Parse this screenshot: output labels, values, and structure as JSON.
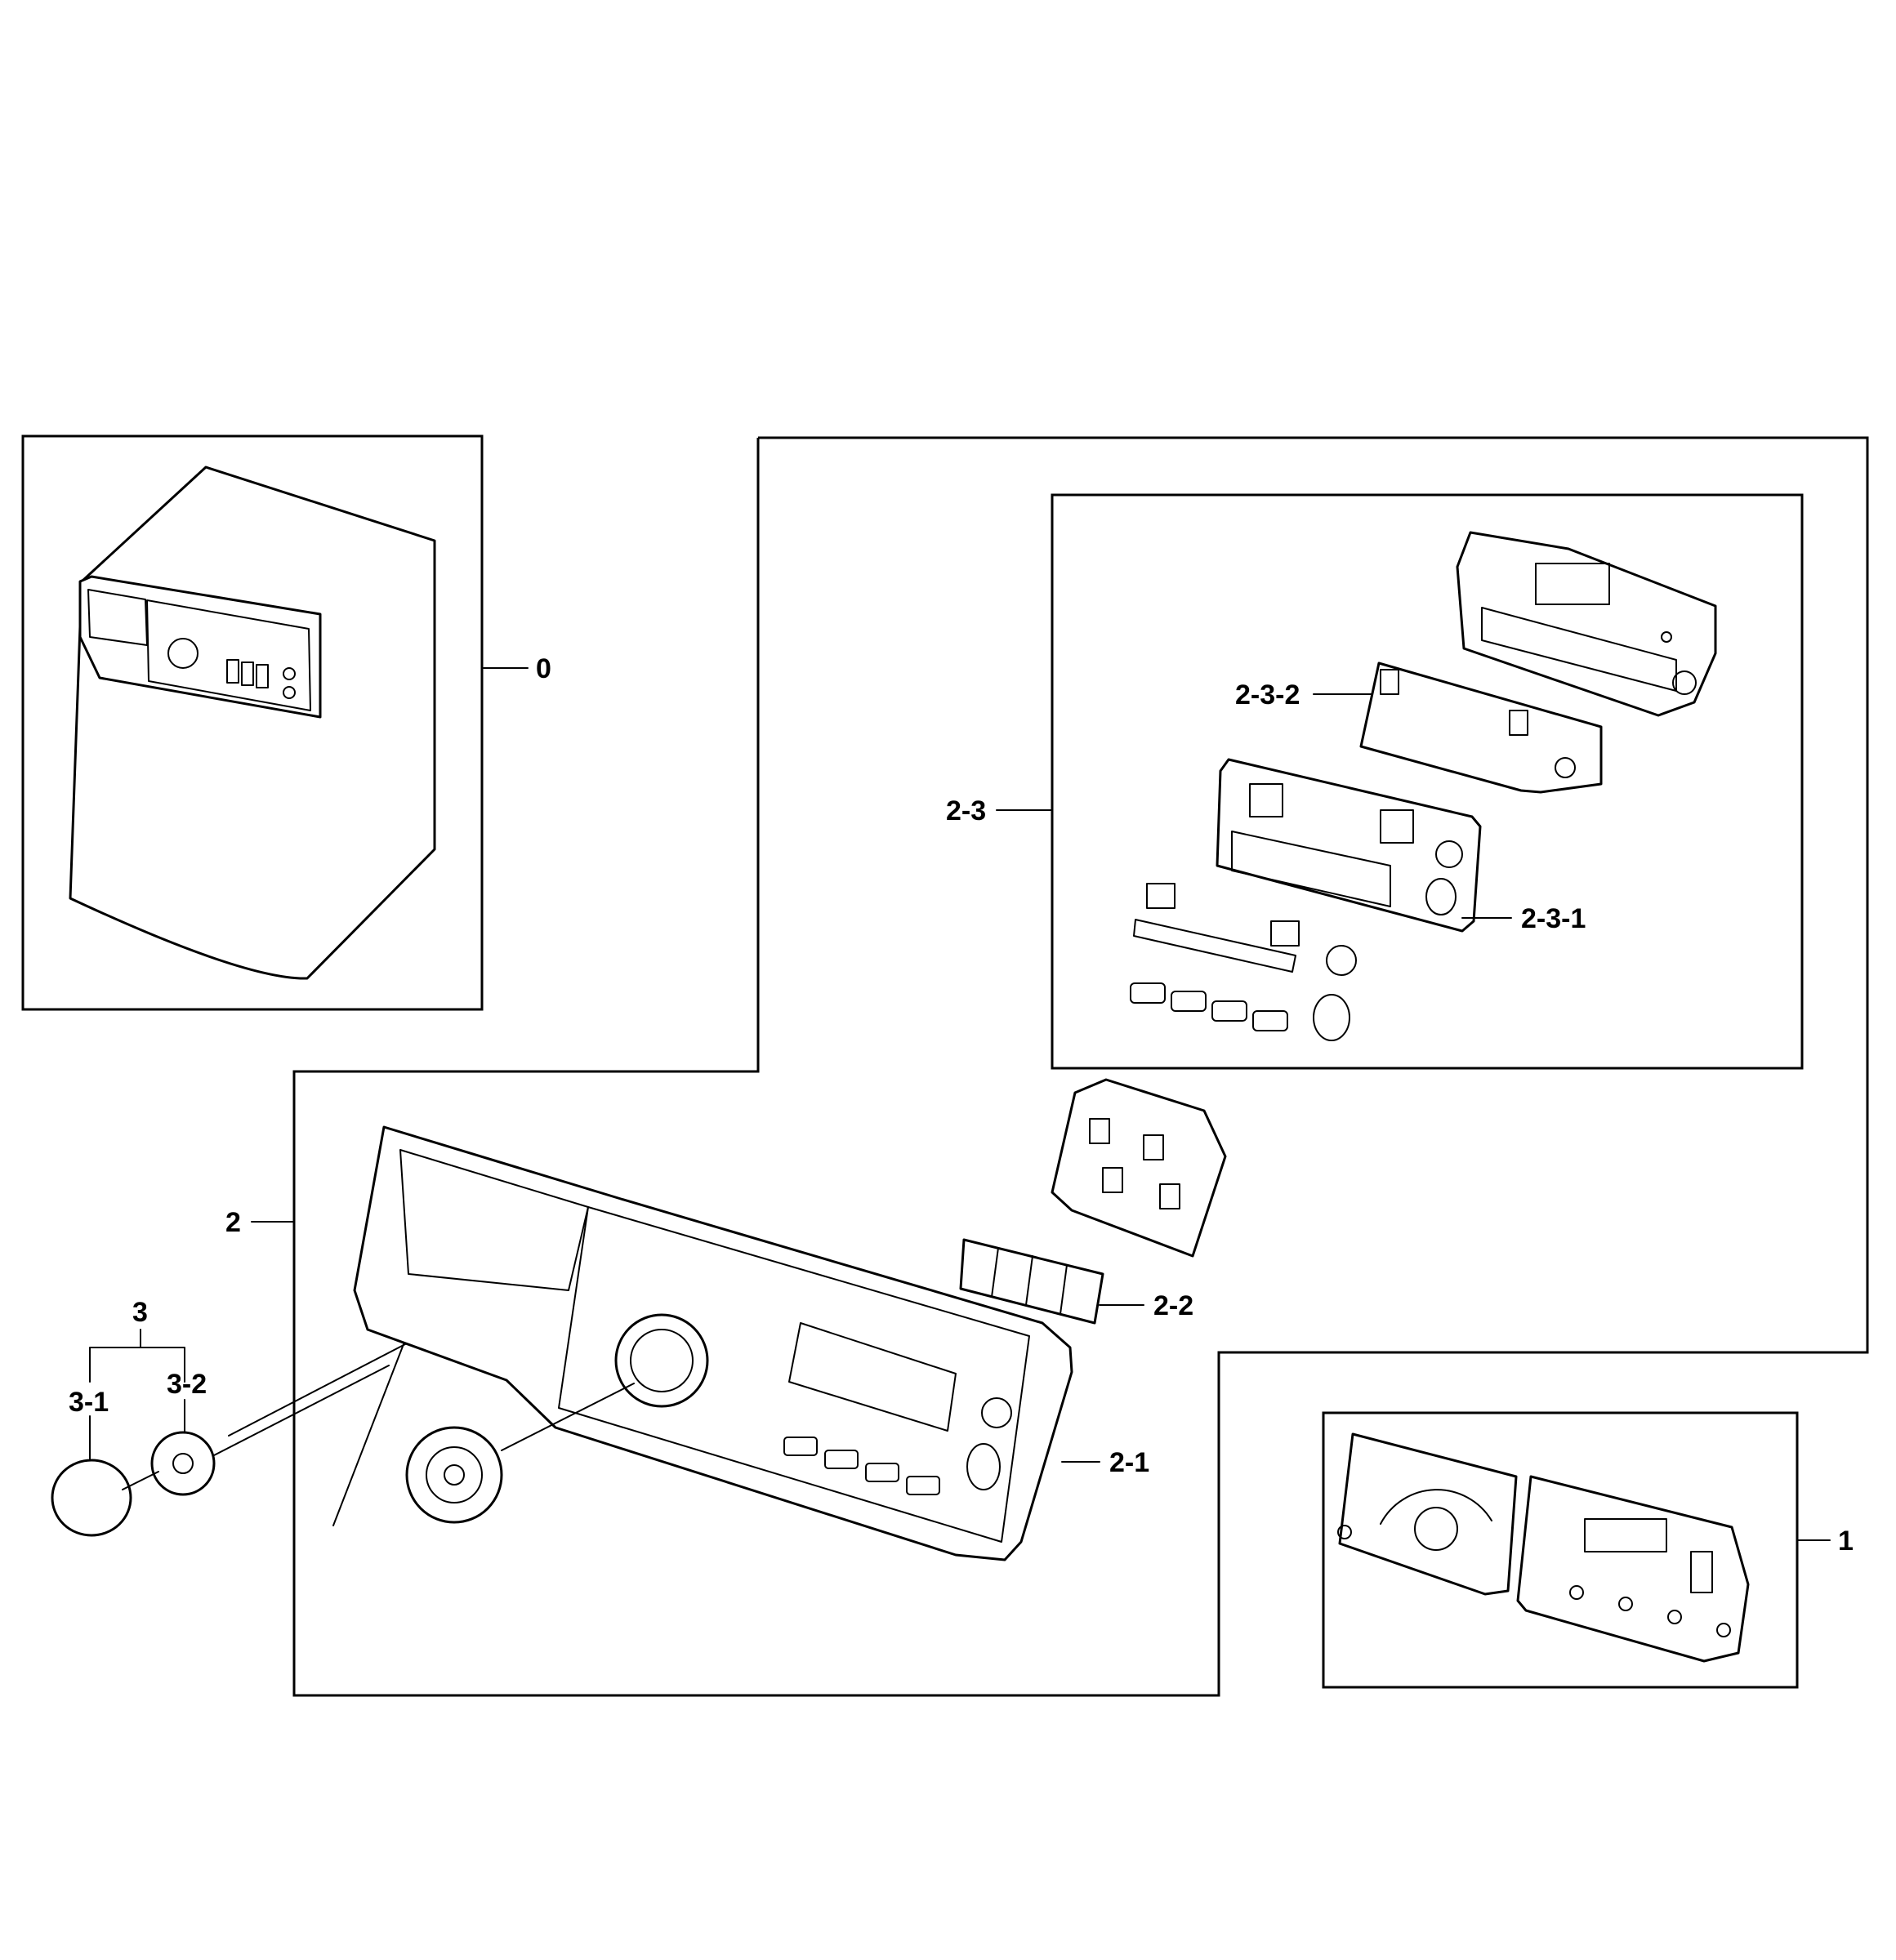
{
  "callouts": {
    "c0": "0",
    "c1": "1",
    "c2": "2",
    "c2_1": "2-1",
    "c2_2": "2-2",
    "c2_3": "2-3",
    "c2_3_1": "2-3-1",
    "c2_3_2": "2-3-2",
    "c3": "3",
    "c3_1": "3-1",
    "c3_2": "3-2"
  }
}
